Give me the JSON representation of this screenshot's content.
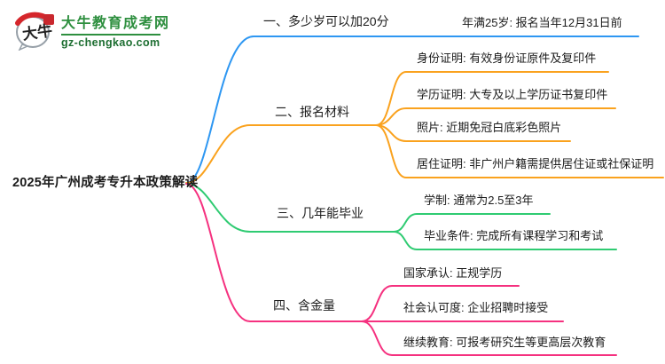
{
  "logo": {
    "icon_chars": "大牛",
    "site_name": "大牛教育成考网",
    "site_domain": "gz-chengkao.com",
    "brand_green": "#2e8f3f",
    "domain_green": "#1d6e31",
    "seal_red": "#c9282e",
    "arc_red": "#d5262b",
    "bubble_stroke": "#97a0a8"
  },
  "mindmap": {
    "root": {
      "label": "2025年广州成考专升本政策解读",
      "text_color": "#1b1b1b"
    },
    "branches": [
      {
        "label": "一、多少岁可以加20分",
        "color": "#2e97f2",
        "children": [
          "年满25岁: 报名当年12月31日前"
        ]
      },
      {
        "label": "二、报名材料",
        "color": "#faa21e",
        "children": [
          "身份证明: 有效身份证原件及复印件",
          "学历证明: 大专及以上学历证书复印件",
          "照片: 近期免冠白底彩色照片",
          "居住证明: 非广州户籍需提供居住证或社保证明"
        ]
      },
      {
        "label": "三、几年能毕业",
        "color": "#2fcb72",
        "children": [
          "学制: 通常为2.5至3年",
          "毕业条件: 完成所有课程学习和考试"
        ]
      },
      {
        "label": "四、含金量",
        "color": "#f5317f",
        "children": [
          "国家承认: 正规学历",
          "社会认可度: 企业招聘时接受",
          "继续教育: 可报考研究生等更高层次教育"
        ]
      }
    ]
  }
}
